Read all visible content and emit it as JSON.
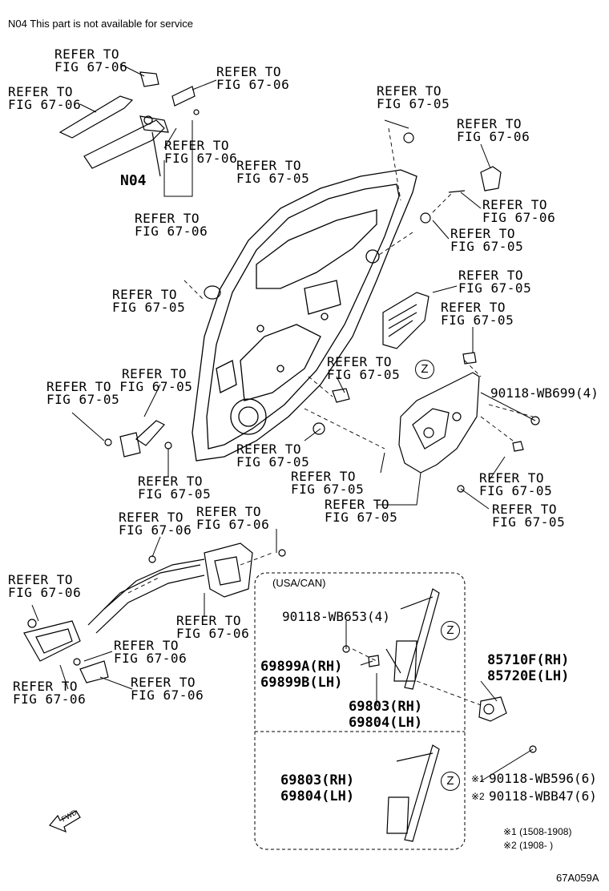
{
  "header_note": "N04  This part is not available for service",
  "n04_tag": "N04",
  "refer_line1": "REFER TO",
  "fig_6705": "FIG 67-05",
  "fig_6706": "FIG 67-06",
  "refer_fig_inline": "REFER TO FIG 67-05",
  "z_marker": "Z",
  "usa_can": "(USA/CAN)",
  "parts": {
    "screw_4": "90118-WB699(4)",
    "bolt_4": "90118-WB653(4)",
    "plate_rh": "69899A(RH)",
    "plate_lh": "69899B(LH)",
    "reg_rh": "69803(RH)",
    "reg_lh": "69804(LH)",
    "motor_rh": "85710F(RH)",
    "motor_lh": "85720E(LH)",
    "bolt6_a_mark": "※1",
    "bolt6_a": "90118-WB596(6)",
    "bolt6_b_mark": "※2",
    "bolt6_b": "90118-WBB47(6)"
  },
  "footnotes": {
    "n1": "※1 (1508-1908)",
    "n2": "※2 (1908-     )"
  },
  "fwd": "FWD",
  "diagram_code": "67A059A"
}
